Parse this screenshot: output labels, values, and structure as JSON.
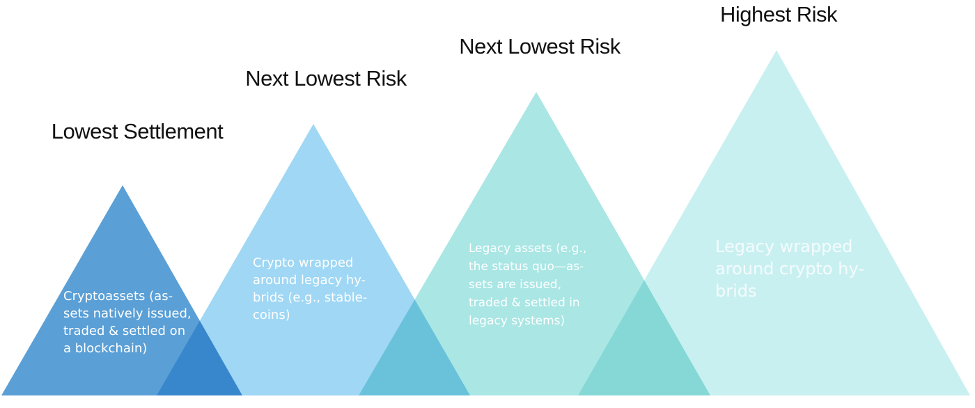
{
  "triangles": [
    {
      "heading": "Lowest Settlement",
      "body": [
        "Cryptoassets (as-",
        "sets natively issued,",
        "traded & settled on",
        "a blockchain)"
      ],
      "color": "#5a9fd6"
    },
    {
      "heading": "Next Lowest Risk",
      "body": [
        "Crypto wrapped",
        "around legacy hy-",
        "brids (e.g., stable-",
        "coins)"
      ],
      "color": "#9fd7f4"
    },
    {
      "heading": "Next Lowest Risk",
      "body": [
        "Legacy assets (e.g.,",
        "the status quo—as-",
        "sets are issued,",
        "traded & settled in",
        "legacy systems)"
      ],
      "color": "#a9e6e4"
    },
    {
      "heading": "Highest Risk",
      "body": [
        "Legacy wrapped",
        "around crypto hy-",
        "brids"
      ],
      "color": "#c9f0f0"
    }
  ]
}
